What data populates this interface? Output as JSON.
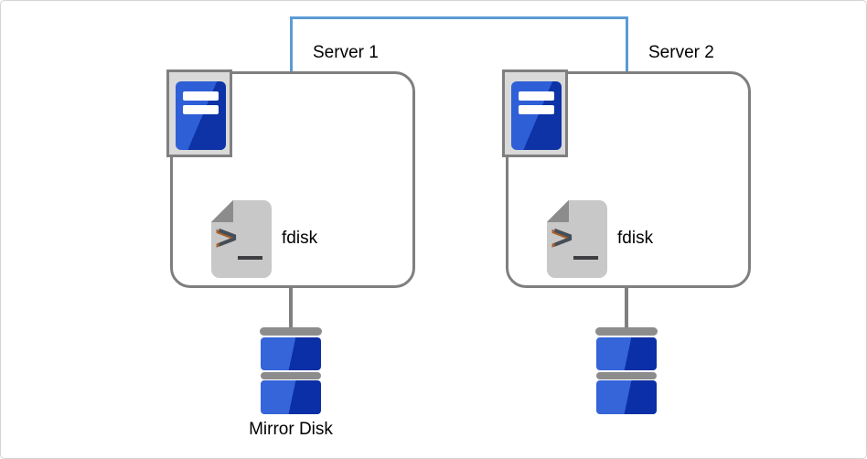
{
  "diagram": {
    "connector": {
      "type": "interconnect-line",
      "color": "#5b9bd5"
    },
    "servers": [
      {
        "label": "Server 1",
        "tool": "fdisk",
        "prompt_glyph": ">",
        "disk_label": "Mirror Disk"
      },
      {
        "label": "Server 2",
        "tool": "fdisk",
        "prompt_glyph": ">",
        "disk_label": ""
      }
    ],
    "icons": {
      "server": "server-tower-icon",
      "tool": "terminal-script-icon",
      "disk": "stacked-disk-icon"
    },
    "colors": {
      "box_border": "#7f7f7f",
      "connector_blue": "#5b9bd5",
      "tower_blue_light": "#2e5fd6",
      "tower_blue_dark": "#0d33a6",
      "disk_blue_light": "#3565d9",
      "disk_blue_dark": "#0b2fa6",
      "doc_gray": "#c8c8c8",
      "fold_gray": "#8c8c8c",
      "bar_gray": "#8c8c8c"
    }
  }
}
